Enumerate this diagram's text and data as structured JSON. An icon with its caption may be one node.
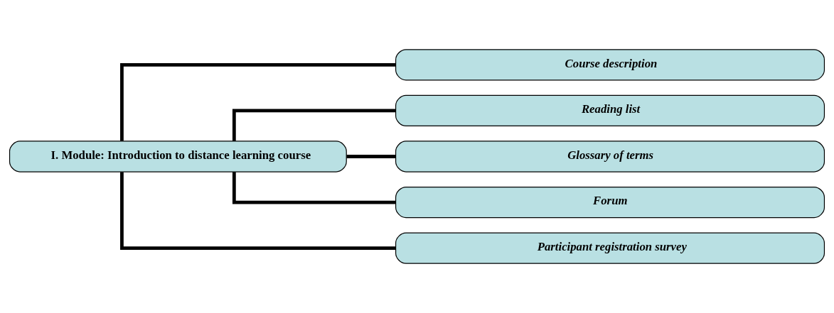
{
  "diagram": {
    "nodes": [
      {
        "text": [
          "I. Module: Introduction to distance learning course"
        ]
      },
      {
        "text": [
          "Course description"
        ]
      },
      {
        "text": [
          "Reading list"
        ]
      },
      {
        "text": [
          "Glossary of terms"
        ]
      },
      {
        "text": [
          "Forum"
        ]
      },
      {
        "text": [
          "Participant registration survey"
        ]
      }
    ],
    "edges": [
      {
        "from": 0,
        "to": 1,
        "arrow": "none"
      },
      {
        "from": 0,
        "to": 2,
        "arrow": "none"
      },
      {
        "from": 0,
        "to": 3,
        "arrow": "none"
      },
      {
        "from": 0,
        "to": 4,
        "arrow": "none"
      },
      {
        "from": 0,
        "to": 5,
        "arrow": "none"
      }
    ]
  }
}
